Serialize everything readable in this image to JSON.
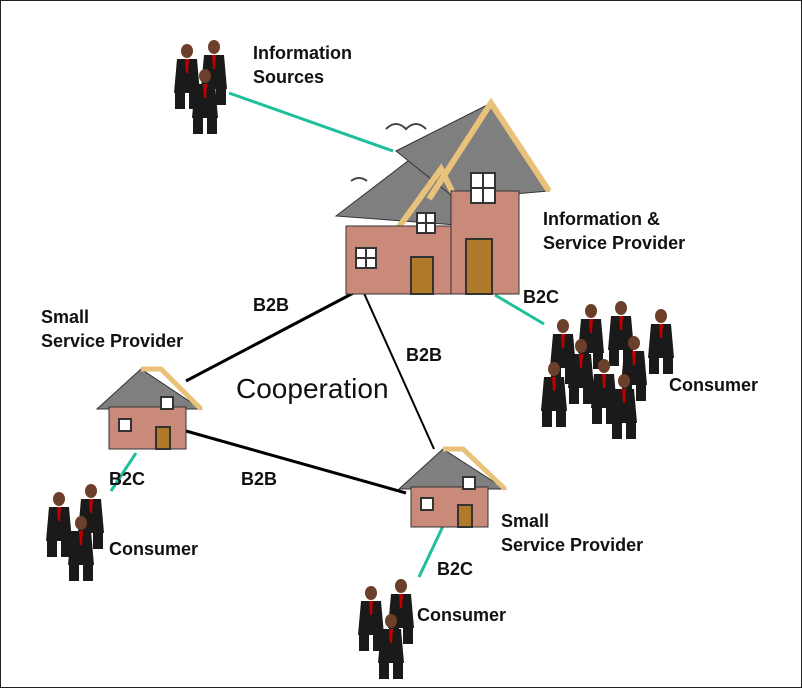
{
  "labels": {
    "information_sources": [
      "Information",
      "Sources"
    ],
    "isp": [
      "Information &",
      "Service Provider"
    ],
    "small_sp_1": [
      "Small",
      "Service Provider"
    ],
    "small_sp_2": [
      "Small",
      "Service Provider"
    ],
    "consumer_right": "Consumer",
    "consumer_left": "Consumer",
    "consumer_bottom": "Consumer",
    "cooperation": "Cooperation",
    "b2b_left": "B2B",
    "b2b_mid": "B2B",
    "b2b_bottom": "B2B",
    "b2c_isp": "B2C",
    "b2c_small1": "B2C",
    "b2c_small2": "B2C"
  },
  "colors": {
    "teal_line": "#1fbf9c",
    "black_line": "#000000",
    "roof": "#7f7f7f",
    "wall": "#c98a7a",
    "trim": "#e8c27a",
    "door": "#b07a2a",
    "suit": "#1a1a1a",
    "skin": "#6b3f2a",
    "tie": "#c00000"
  }
}
